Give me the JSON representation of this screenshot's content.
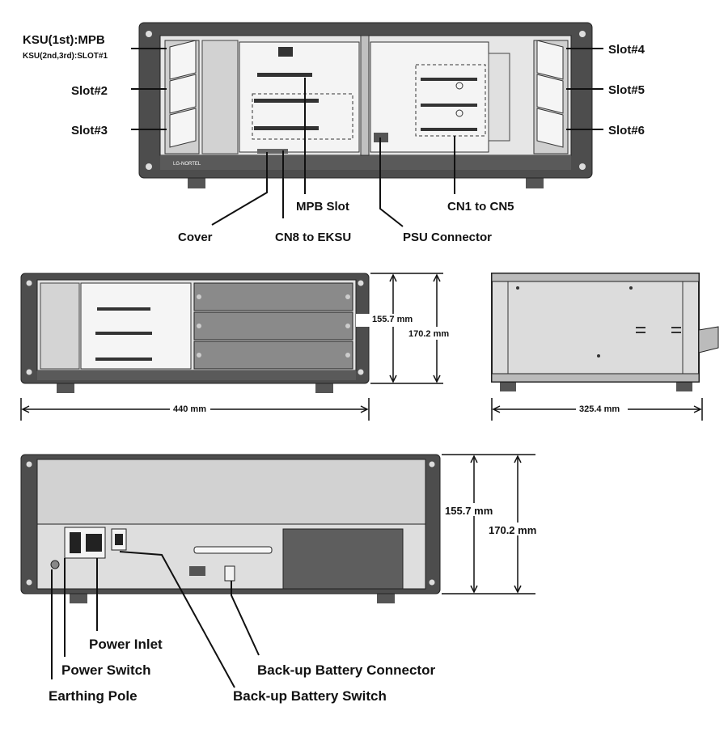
{
  "labels": {
    "ksu_first": "KSU(1st):MPB",
    "ksu_second": "KSU(2nd,3rd):SLOT#1",
    "slot2": "Slot#2",
    "slot3": "Slot#3",
    "slot4": "Slot#4",
    "slot5": "Slot#5",
    "slot6": "Slot#6",
    "mpb_slot": "MPB Slot",
    "cn1_cn5": "CN1 to CN5",
    "cover": "Cover",
    "cn8_eksu": "CN8 to EKSU",
    "psu_connector": "PSU Connector",
    "power_inlet": "Power Inlet",
    "power_switch": "Power Switch",
    "earthing_pole": "Earthing Pole",
    "backup_connector": "Back-up Battery Connector",
    "backup_switch": "Back-up Battery Switch"
  },
  "dimensions": {
    "front_inner_height": "155.7 mm",
    "front_outer_height": "170.2 mm",
    "width": "440 mm",
    "depth": "325.4 mm",
    "rear_inner_height": "155.7 mm",
    "rear_outer_height": "170.2 mm"
  },
  "brand": "LG-NORTEL",
  "colors": {
    "frame": "#4a4a4a",
    "panel": "#d9d9d9",
    "board": "#efefef",
    "line": "#111111"
  }
}
